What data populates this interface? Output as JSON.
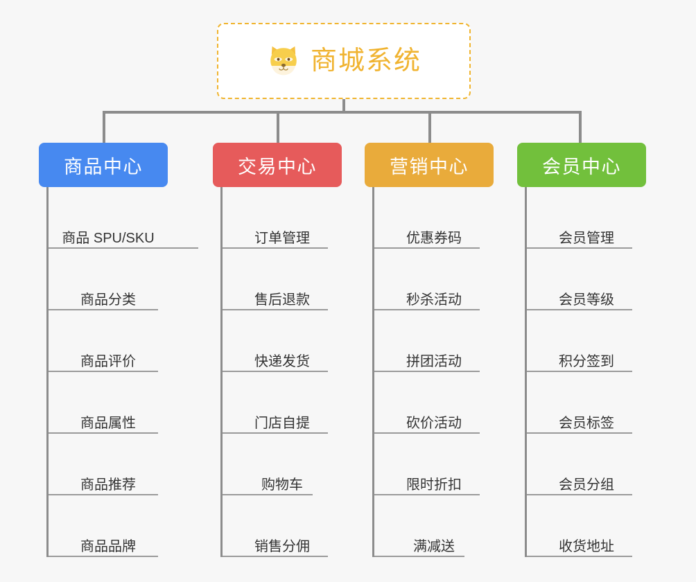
{
  "root": {
    "title": "商城系统",
    "icon": "shiba-dog-icon",
    "border_color": "#f0b42e",
    "text_color": "#f0b330"
  },
  "connector_color": "#8c8c8c",
  "background_color": "#f7f7f7",
  "columns": [
    {
      "id": "product-center",
      "title": "商品中心",
      "color": "#4789f0",
      "items": [
        "商品 SPU/SKU",
        "商品分类",
        "商品评价",
        "商品属性",
        "商品推荐",
        "商品品牌"
      ]
    },
    {
      "id": "trade-center",
      "title": "交易中心",
      "color": "#e65b5b",
      "items": [
        "订单管理",
        "售后退款",
        "快递发货",
        "门店自提",
        "购物车",
        "销售分佣"
      ]
    },
    {
      "id": "marketing-center",
      "title": "营销中心",
      "color": "#e9ab3b",
      "items": [
        "优惠券码",
        "秒杀活动",
        "拼团活动",
        "砍价活动",
        "限时折扣",
        "满减送"
      ]
    },
    {
      "id": "member-center",
      "title": "会员中心",
      "color": "#72c03c",
      "items": [
        "会员管理",
        "会员等级",
        "积分签到",
        "会员标签",
        "会员分组",
        "收货地址"
      ]
    }
  ]
}
